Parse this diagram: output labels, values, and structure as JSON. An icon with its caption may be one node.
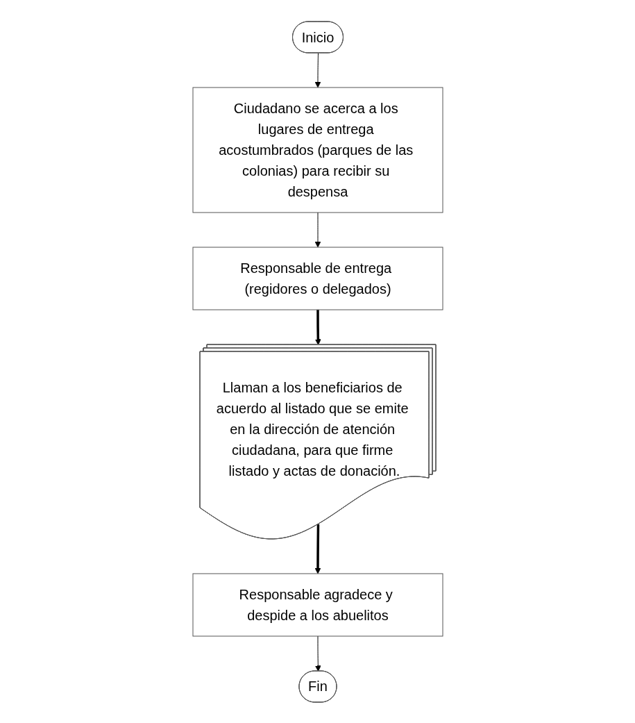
{
  "diagram": {
    "nodes": [
      {
        "text": [
          "Inicio"
        ]
      },
      {
        "text": [
          "Ciudadano se acerca a los lugares de entrega acostumbrados (parques de las colonias) para recibir su despensa"
        ]
      },
      {
        "text": [
          "Responsable de entrega (regidores o delegados)"
        ]
      },
      {
        "text": [
          "Llaman a los beneficiarios de acuerdo al listado que se emite en la dirección de atención ciudadana, para que firme listado y actas de donación."
        ]
      },
      {
        "text": [
          "Responsable agradece y despide a los abuelitos"
        ]
      },
      {
        "text": [
          "Fin"
        ]
      }
    ],
    "edges": [
      {
        "from": 0,
        "to": 1,
        "arrow": "to"
      },
      {
        "from": 1,
        "to": 2,
        "arrow": "to"
      },
      {
        "from": 2,
        "to": 3,
        "arrow": "to",
        "style": "thick"
      },
      {
        "from": 3,
        "to": 4,
        "arrow": "to",
        "style": "thick"
      },
      {
        "from": 4,
        "to": 5,
        "arrow": "to"
      }
    ]
  }
}
